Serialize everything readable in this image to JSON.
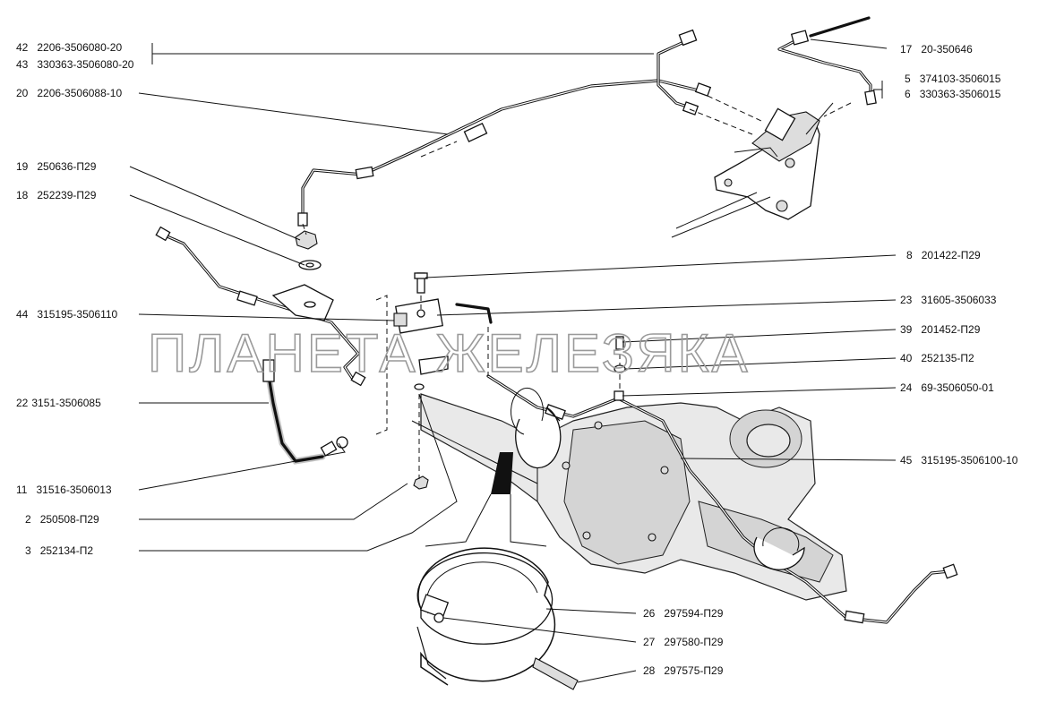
{
  "watermark": "ПЛАНЕТА ЖЕЛЕЗЯКА",
  "callouts": [
    {
      "id": "c42",
      "num": "42",
      "code": "2206-3506080-20"
    },
    {
      "id": "c43",
      "num": "43",
      "code": "330363-3506080-20"
    },
    {
      "id": "c20",
      "num": "20",
      "code": "2206-3506088-10"
    },
    {
      "id": "c19",
      "num": "19",
      "code": "250636-П29"
    },
    {
      "id": "c18",
      "num": "18",
      "code": "252239-П29"
    },
    {
      "id": "c44",
      "num": "44",
      "code": "315195-3506110"
    },
    {
      "id": "c22",
      "num": "22",
      "code": "3151-3506085"
    },
    {
      "id": "c11",
      "num": "11",
      "code": "31516-3506013"
    },
    {
      "id": "c2",
      "num": "2",
      "code": "250508-П29"
    },
    {
      "id": "c3",
      "num": "3",
      "code": "252134-П2"
    },
    {
      "id": "c17",
      "num": "17",
      "code": "20-350646"
    },
    {
      "id": "c5",
      "num": "5",
      "code": "374103-3506015"
    },
    {
      "id": "c6",
      "num": "6",
      "code": "330363-3506015"
    },
    {
      "id": "c8",
      "num": "8",
      "code": "201422-П29"
    },
    {
      "id": "c23",
      "num": "23",
      "code": "31605-3506033"
    },
    {
      "id": "c39",
      "num": "39",
      "code": "201452-П29"
    },
    {
      "id": "c40",
      "num": "40",
      "code": "252135-П2"
    },
    {
      "id": "c24",
      "num": "24",
      "code": "69-3506050-01"
    },
    {
      "id": "c45",
      "num": "45",
      "code": "315195-3506100-10"
    },
    {
      "id": "c26",
      "num": "26",
      "code": "297594-П29"
    },
    {
      "id": "c27",
      "num": "27",
      "code": "297580-П29"
    },
    {
      "id": "c28",
      "num": "28",
      "code": "297575-П29"
    }
  ]
}
